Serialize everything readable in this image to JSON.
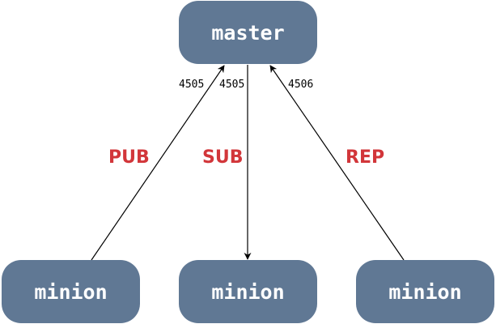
{
  "diagram": {
    "colors": {
      "node_fill": "#607894",
      "node_text": "#ffffff",
      "edge": "#000000",
      "protocol_label": "#d2363a",
      "port_label": "#000000"
    },
    "nodes": {
      "master": {
        "label": "master"
      },
      "minion_1": {
        "label": "minion"
      },
      "minion_2": {
        "label": "minion"
      },
      "minion_3": {
        "label": "minion"
      }
    },
    "edges": [
      {
        "from": "minion_1",
        "to": "master",
        "protocol": "PUB",
        "port": "4505"
      },
      {
        "from": "master",
        "to": "minion_2",
        "protocol": "SUB",
        "port": "4505"
      },
      {
        "from": "minion_3",
        "to": "master",
        "protocol": "REP",
        "port": "4506"
      }
    ]
  }
}
